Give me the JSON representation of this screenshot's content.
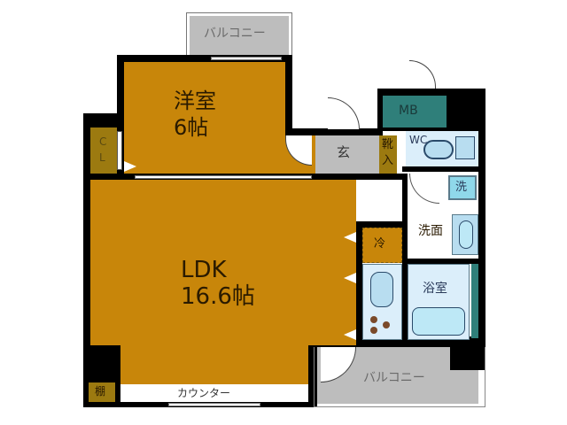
{
  "floorplan": {
    "rooms": {
      "western_room": {
        "name": "洋室",
        "size": "6帖"
      },
      "ldk": {
        "name": "LDK",
        "size": "16.6帖"
      },
      "closet": {
        "label_line1": "C",
        "label_line2": "L"
      },
      "entrance": {
        "label": "玄"
      },
      "shoe_box": {
        "label_line1": "靴",
        "label_line2": "入"
      },
      "meter_box": {
        "label": "MB"
      },
      "toilet": {
        "label": "WC"
      },
      "washer": {
        "label": "洗"
      },
      "washroom": {
        "label": "洗面"
      },
      "fridge": {
        "label": "冷"
      },
      "bathroom": {
        "label": "浴室"
      },
      "balcony_top": {
        "label": "バルコニー"
      },
      "balcony_bottom": {
        "label": "バルコニー"
      },
      "counter": {
        "label": "カウンター"
      },
      "shelf": {
        "label": "棚"
      }
    },
    "colors": {
      "floor": "#c8860a",
      "wall": "#000000",
      "balcony": "#bdbdbd",
      "closet": "#9c7a10",
      "meter_box": "#2f7f7a",
      "wet_area": "#dbeefa",
      "fixture": "#b8ddf0"
    }
  }
}
